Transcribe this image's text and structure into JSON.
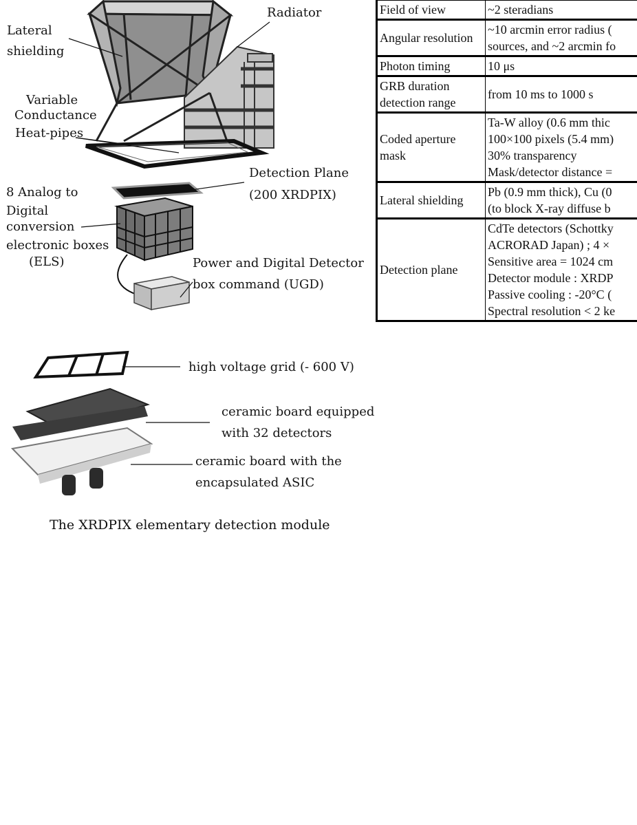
{
  "instrument_labels": {
    "radiator": "Radiator",
    "lateral_shielding_1": "Lateral",
    "lateral_shielding_2": "shielding",
    "heatpipes_1": "Variable",
    "heatpipes_2": "Conductance",
    "heatpipes_3": "Heat-pipes",
    "detection_plane_1": "Detection Plane",
    "detection_plane_2": "(200 XRDPIX)",
    "els_1": "8 Analog to",
    "els_2": "Digital",
    "els_3": "conversion",
    "els_4": "electronic boxes",
    "els_5": "(ELS)",
    "ugd_1": "Power and Digital Detector",
    "ugd_2": "box command (UGD)"
  },
  "module_labels": {
    "grid": "high voltage grid (- 600 V)",
    "ceramic_detectors_1": "ceramic board equipped",
    "ceramic_detectors_2": "with 32 detectors",
    "ceramic_asic_1": "ceramic board with the",
    "ceramic_asic_2": "encapsulated ASIC",
    "caption": "The XRDPIX elementary detection module"
  },
  "spec_table": [
    {
      "param": "Field of view",
      "lines": [
        "~2 steradians"
      ]
    },
    {
      "param": "Angular resolution",
      "lines": [
        "~10 arcmin error radius (",
        "sources, and ~2 arcmin fo"
      ]
    },
    {
      "param": "Photon timing",
      "lines": [
        "10 μs"
      ]
    },
    {
      "param": "GRB duration detection range",
      "lines": [
        "from 10 ms to 1000 s"
      ]
    },
    {
      "param": "Coded aperture mask",
      "lines": [
        "Ta-W alloy (0.6 mm thic",
        "100×100 pixels (5.4 mm)",
        "30% transparency",
        "Mask/detector distance ="
      ]
    },
    {
      "param": "Lateral shielding",
      "lines": [
        "Pb (0.9 mm thick), Cu (0",
        "(to block X-ray diffuse b"
      ]
    },
    {
      "param": "Detection plane",
      "lines": [
        "CdTe detectors (Schottky",
        "ACRORAD Japan) ; 4 ×",
        "Sensitive area = 1024 cm",
        "Detector module : XRDP",
        "Passive cooling : -20°C (",
        "Spectral resolution < 2 ke"
      ]
    }
  ]
}
